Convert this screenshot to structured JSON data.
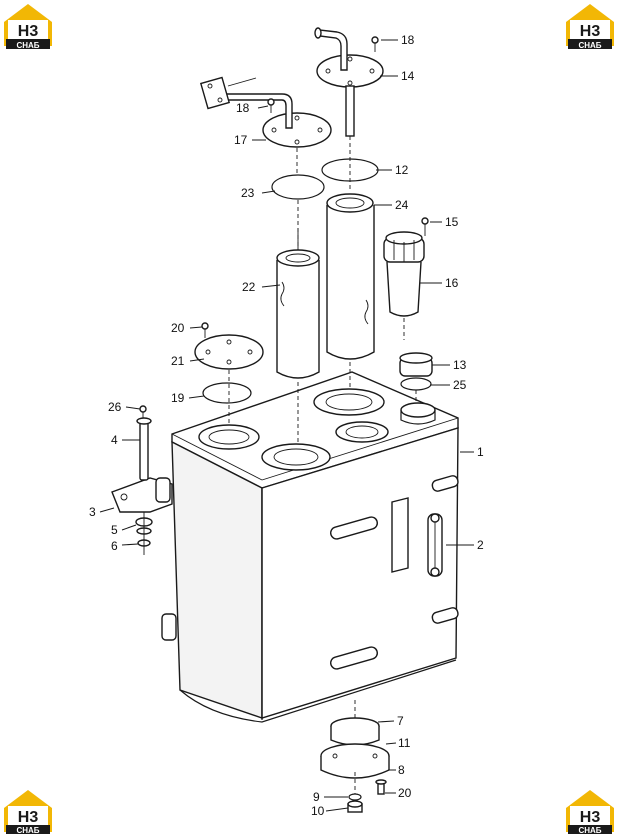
{
  "brand": {
    "logo_mark": "H3",
    "logo_sub": "CHAБ",
    "accent_color": "#f2b705",
    "dark_color": "#1a1a1a"
  },
  "callouts": {
    "c1": "1",
    "c2": "2",
    "c3": "3",
    "c4": "4",
    "c5": "5",
    "c6": "6",
    "c7": "7",
    "c8": "8",
    "c9": "9",
    "c10": "10",
    "c11": "11",
    "c12": "12",
    "c13": "13",
    "c14": "14",
    "c15": "15",
    "c16": "16",
    "c17": "17",
    "c18a": "18",
    "c18b": "18",
    "c19": "19",
    "c20a": "20",
    "c20b": "20",
    "c21": "21",
    "c22": "22",
    "c23": "23",
    "c24": "24",
    "c25": "25",
    "c26": "26"
  }
}
